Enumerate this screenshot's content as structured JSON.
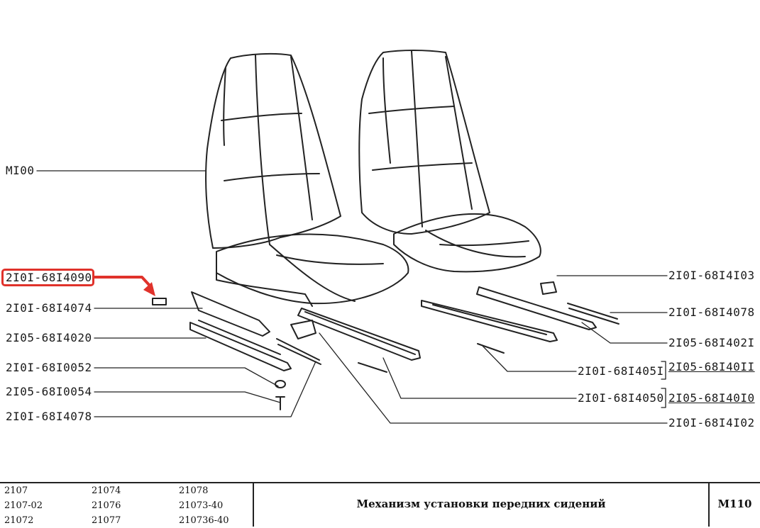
{
  "labels": {
    "m100": "MI00",
    "p4090": "2I0I-68I4090",
    "p4074": "2I0I-68I4074",
    "p4020": "2I05-68I4020",
    "p0052": "2I0I-68I0052",
    "p0054": "2I05-68I0054",
    "p4078_left": "2I0I-68I4078",
    "p4103": "2I0I-68I4I03",
    "p4078_right": "2I0I-68I4078",
    "p4021": "2I05-68I402I",
    "p4051": "2I0I-68I405I",
    "p4011": "2I05-68I40II",
    "p4050": "2I0I-68I4050",
    "p4010": "2I05-68I40I0",
    "p4102": "2I0I-68I4I02"
  },
  "highlight_color": "#e0322b",
  "footer": {
    "models": [
      [
        "2107",
        "21074",
        "21078"
      ],
      [
        "2107-02",
        "21076",
        "21073-40"
      ],
      [
        "21072",
        "21077",
        "210736-40"
      ]
    ],
    "title": "Механизм установки передних сидений",
    "code": "M110"
  }
}
